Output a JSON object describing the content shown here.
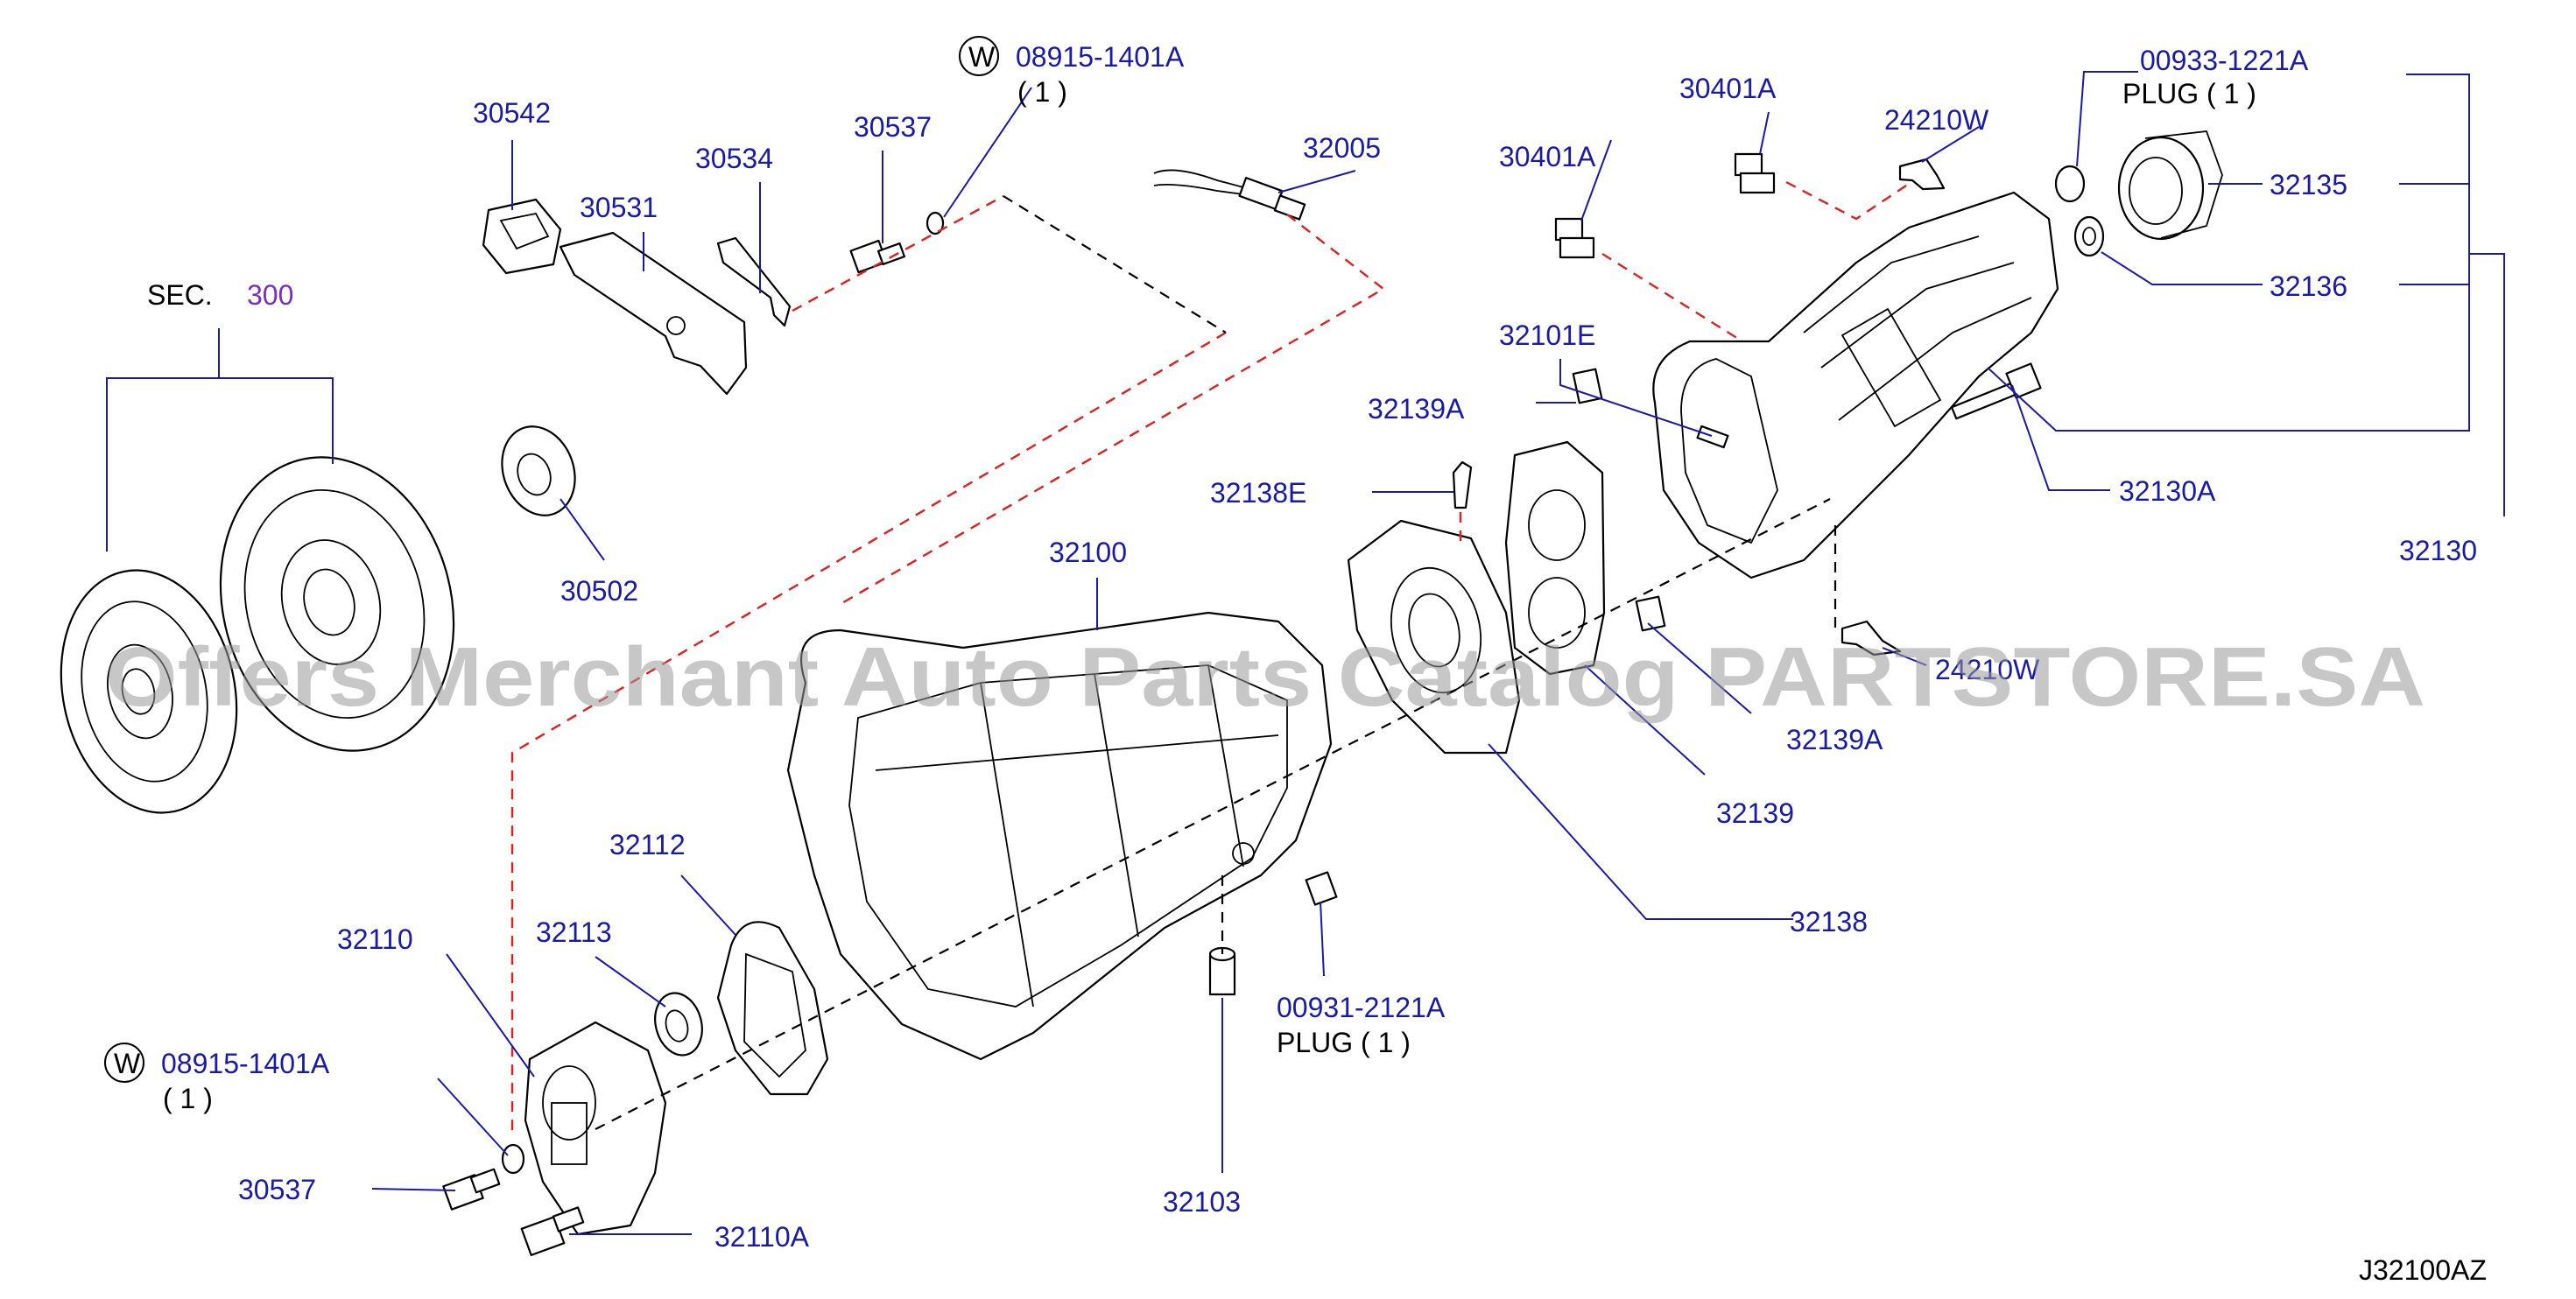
{
  "labels": {
    "p30542": "30542",
    "p30531": "30531",
    "p30534": "30534",
    "p30537_top": "30537",
    "w_top_code": "08915-1401A",
    "w_top_qty": "(  1  )",
    "p32005": "32005",
    "p30401A_a": "30401A",
    "p30401A_b": "30401A",
    "p24210W_top": "24210W",
    "p00933": "00933-1221A",
    "plug_top": "PLUG  (  1  )",
    "p32135": "32135",
    "p32136": "32136",
    "sec": "SEC.",
    "sec_num": "300",
    "p32101E": "32101E",
    "p32139A_top": "32139A",
    "p32138E": "32138E",
    "p32130A": "32130A",
    "p32130": "32130",
    "p30502": "30502",
    "p32100": "32100",
    "p24210W_bot": "24210W",
    "p32139A_bot": "32139A",
    "p32139": "32139",
    "p32138": "32138",
    "p32112": "32112",
    "p32110": "32110",
    "p32113": "32113",
    "w_bot_code": "08915-1401A",
    "w_bot_qty": "(  1  )",
    "p00931": "00931-2121A",
    "plug_bot": "PLUG  (  1  )",
    "p30537_bot": "30537",
    "p32110A": "32110A",
    "p32103": "32103",
    "diagram_code": "J32100AZ",
    "w_symbol": "W"
  },
  "watermark": "Offers Merchant Auto Parts Catalog PARTSTORE.SA",
  "colors": {
    "label": "#1a1aa8",
    "sec_number": "#7a2fc0",
    "dashed_red": "#e02020",
    "lines": "#000000"
  }
}
